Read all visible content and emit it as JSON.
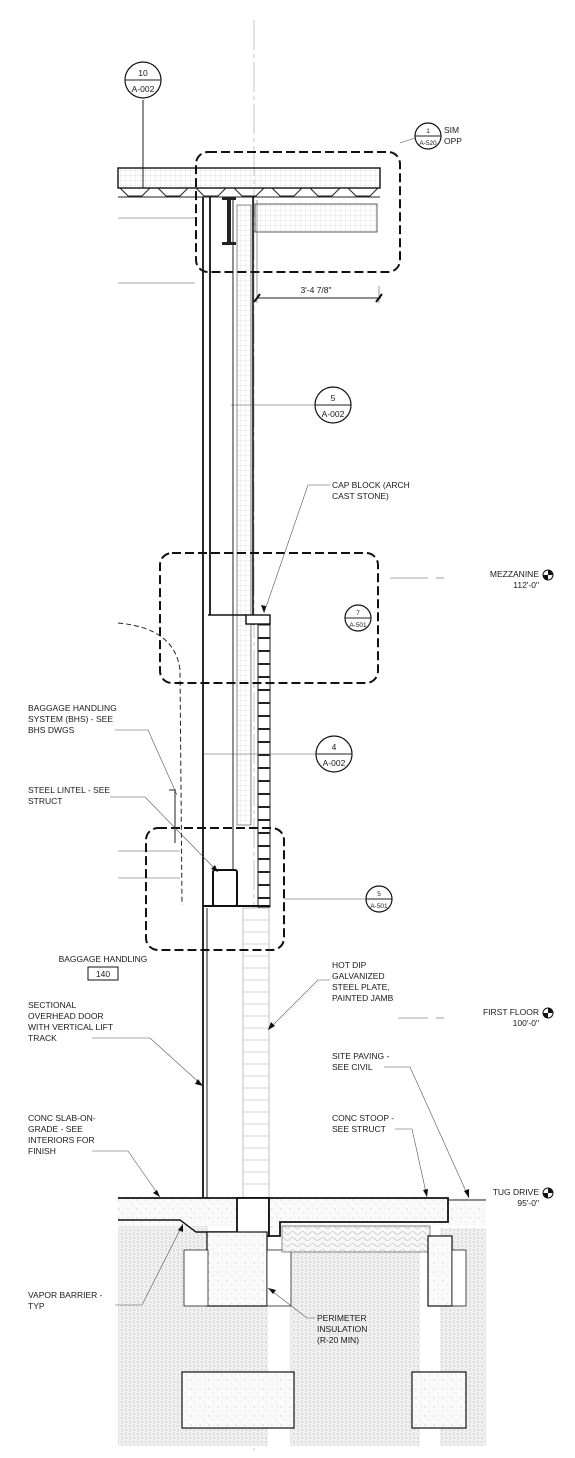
{
  "bubbles": {
    "b10": {
      "num": "10",
      "sheet": "A-002"
    },
    "b1": {
      "num": "1",
      "sheet": "A-520",
      "note1": "SIM",
      "note2": "OPP"
    },
    "b5a": {
      "num": "5",
      "sheet": "A-002"
    },
    "b7": {
      "num": "7",
      "sheet": "A-501"
    },
    "b4": {
      "num": "4",
      "sheet": "A-002"
    },
    "b5b": {
      "num": "5",
      "sheet": "A-501"
    }
  },
  "dimension": "3'-4 7/8\"",
  "levels": {
    "mezzanine": {
      "name": "MEZZANINE",
      "elev": "112'-0\""
    },
    "first_floor": {
      "name": "FIRST FLOOR",
      "elev": "100'-0\""
    },
    "tug_drive": {
      "name": "TUG DRIVE",
      "elev": "95'-0\""
    }
  },
  "notes": {
    "cap_block": [
      "CAP BLOCK (ARCH",
      "CAST STONE)"
    ],
    "bhs": [
      "BAGGAGE HANDLING",
      "SYSTEM (BHS) - SEE",
      "BHS DWGS"
    ],
    "lintel": [
      "STEEL LINTEL - SEE",
      "STRUCT"
    ],
    "baggage_tag": {
      "title": "BAGGAGE HANDLING",
      "num": "140"
    },
    "hot_dip": [
      "HOT DIP",
      "GALVANIZED",
      "STEEL PLATE,",
      "PAINTED JAMB"
    ],
    "door": [
      "SECTIONAL",
      "OVERHEAD DOOR",
      "WITH VERTICAL LIFT",
      "TRACK"
    ],
    "site_paving": [
      "SITE PAVING  -",
      "SEE CIVIL"
    ],
    "conc_stoop": [
      "CONC STOOP -",
      "SEE STRUCT"
    ],
    "slab": [
      "CONC SLAB-ON-",
      "GRADE - SEE",
      "INTERIORS FOR",
      "FINISH"
    ],
    "vapor": [
      "VAPOR BARRIER -",
      "TYP"
    ],
    "perimeter": [
      "PERIMETER",
      "INSULATION",
      "(R-20 MIN)"
    ]
  }
}
